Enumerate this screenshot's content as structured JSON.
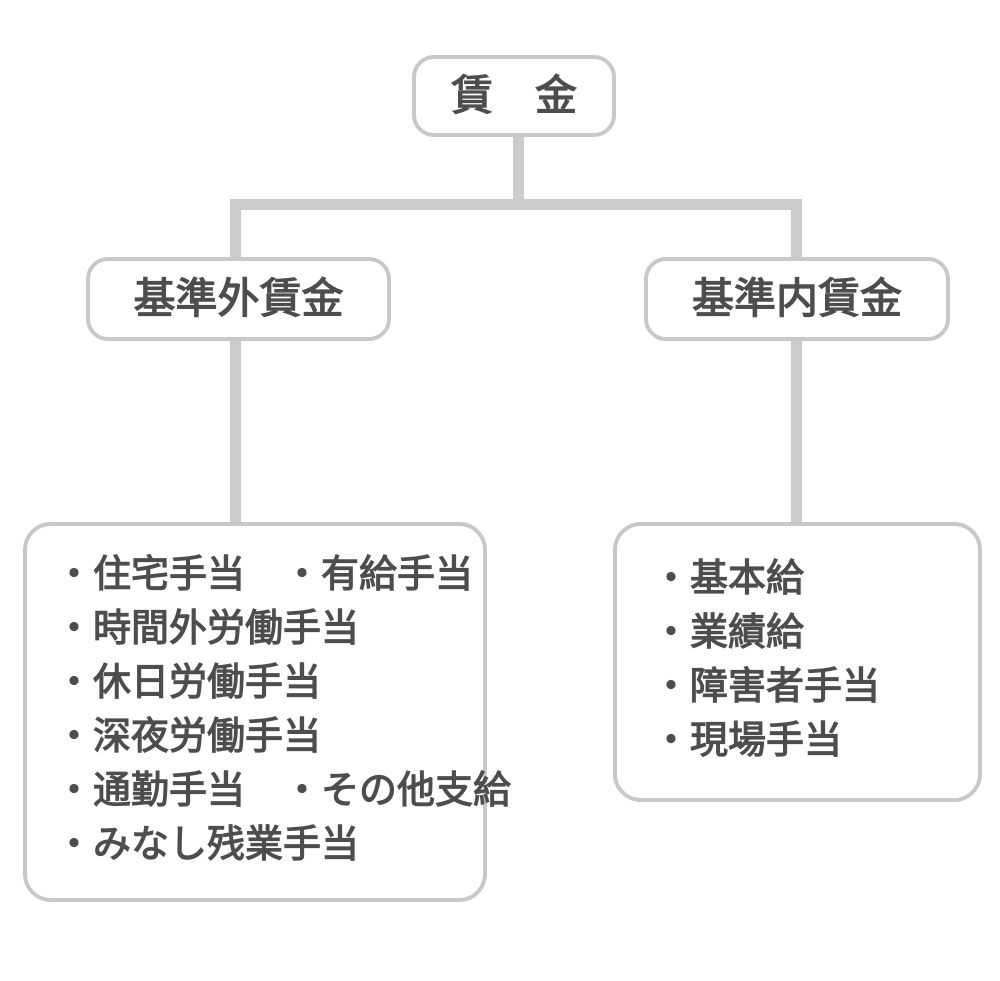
{
  "diagram": {
    "title_hint": "wage-structure-tree",
    "root": {
      "label": "賃　金"
    },
    "branches": [
      {
        "label": "基準外賃金",
        "items": [
          "・住宅手当　・有給手当",
          "・時間外労働手当",
          "・休日労働手当",
          "・深夜労働手当",
          "・通勤手当　・その他支給",
          "・みなし残業手当"
        ]
      },
      {
        "label": "基準内賃金",
        "items": [
          "・基本給",
          "・業績給",
          "・障害者手当",
          "・現場手当"
        ]
      }
    ],
    "colors": {
      "background": "#ffffff",
      "border": "#c8c8c8",
      "connector": "#cccccc",
      "text": "#4d4d4d"
    }
  }
}
